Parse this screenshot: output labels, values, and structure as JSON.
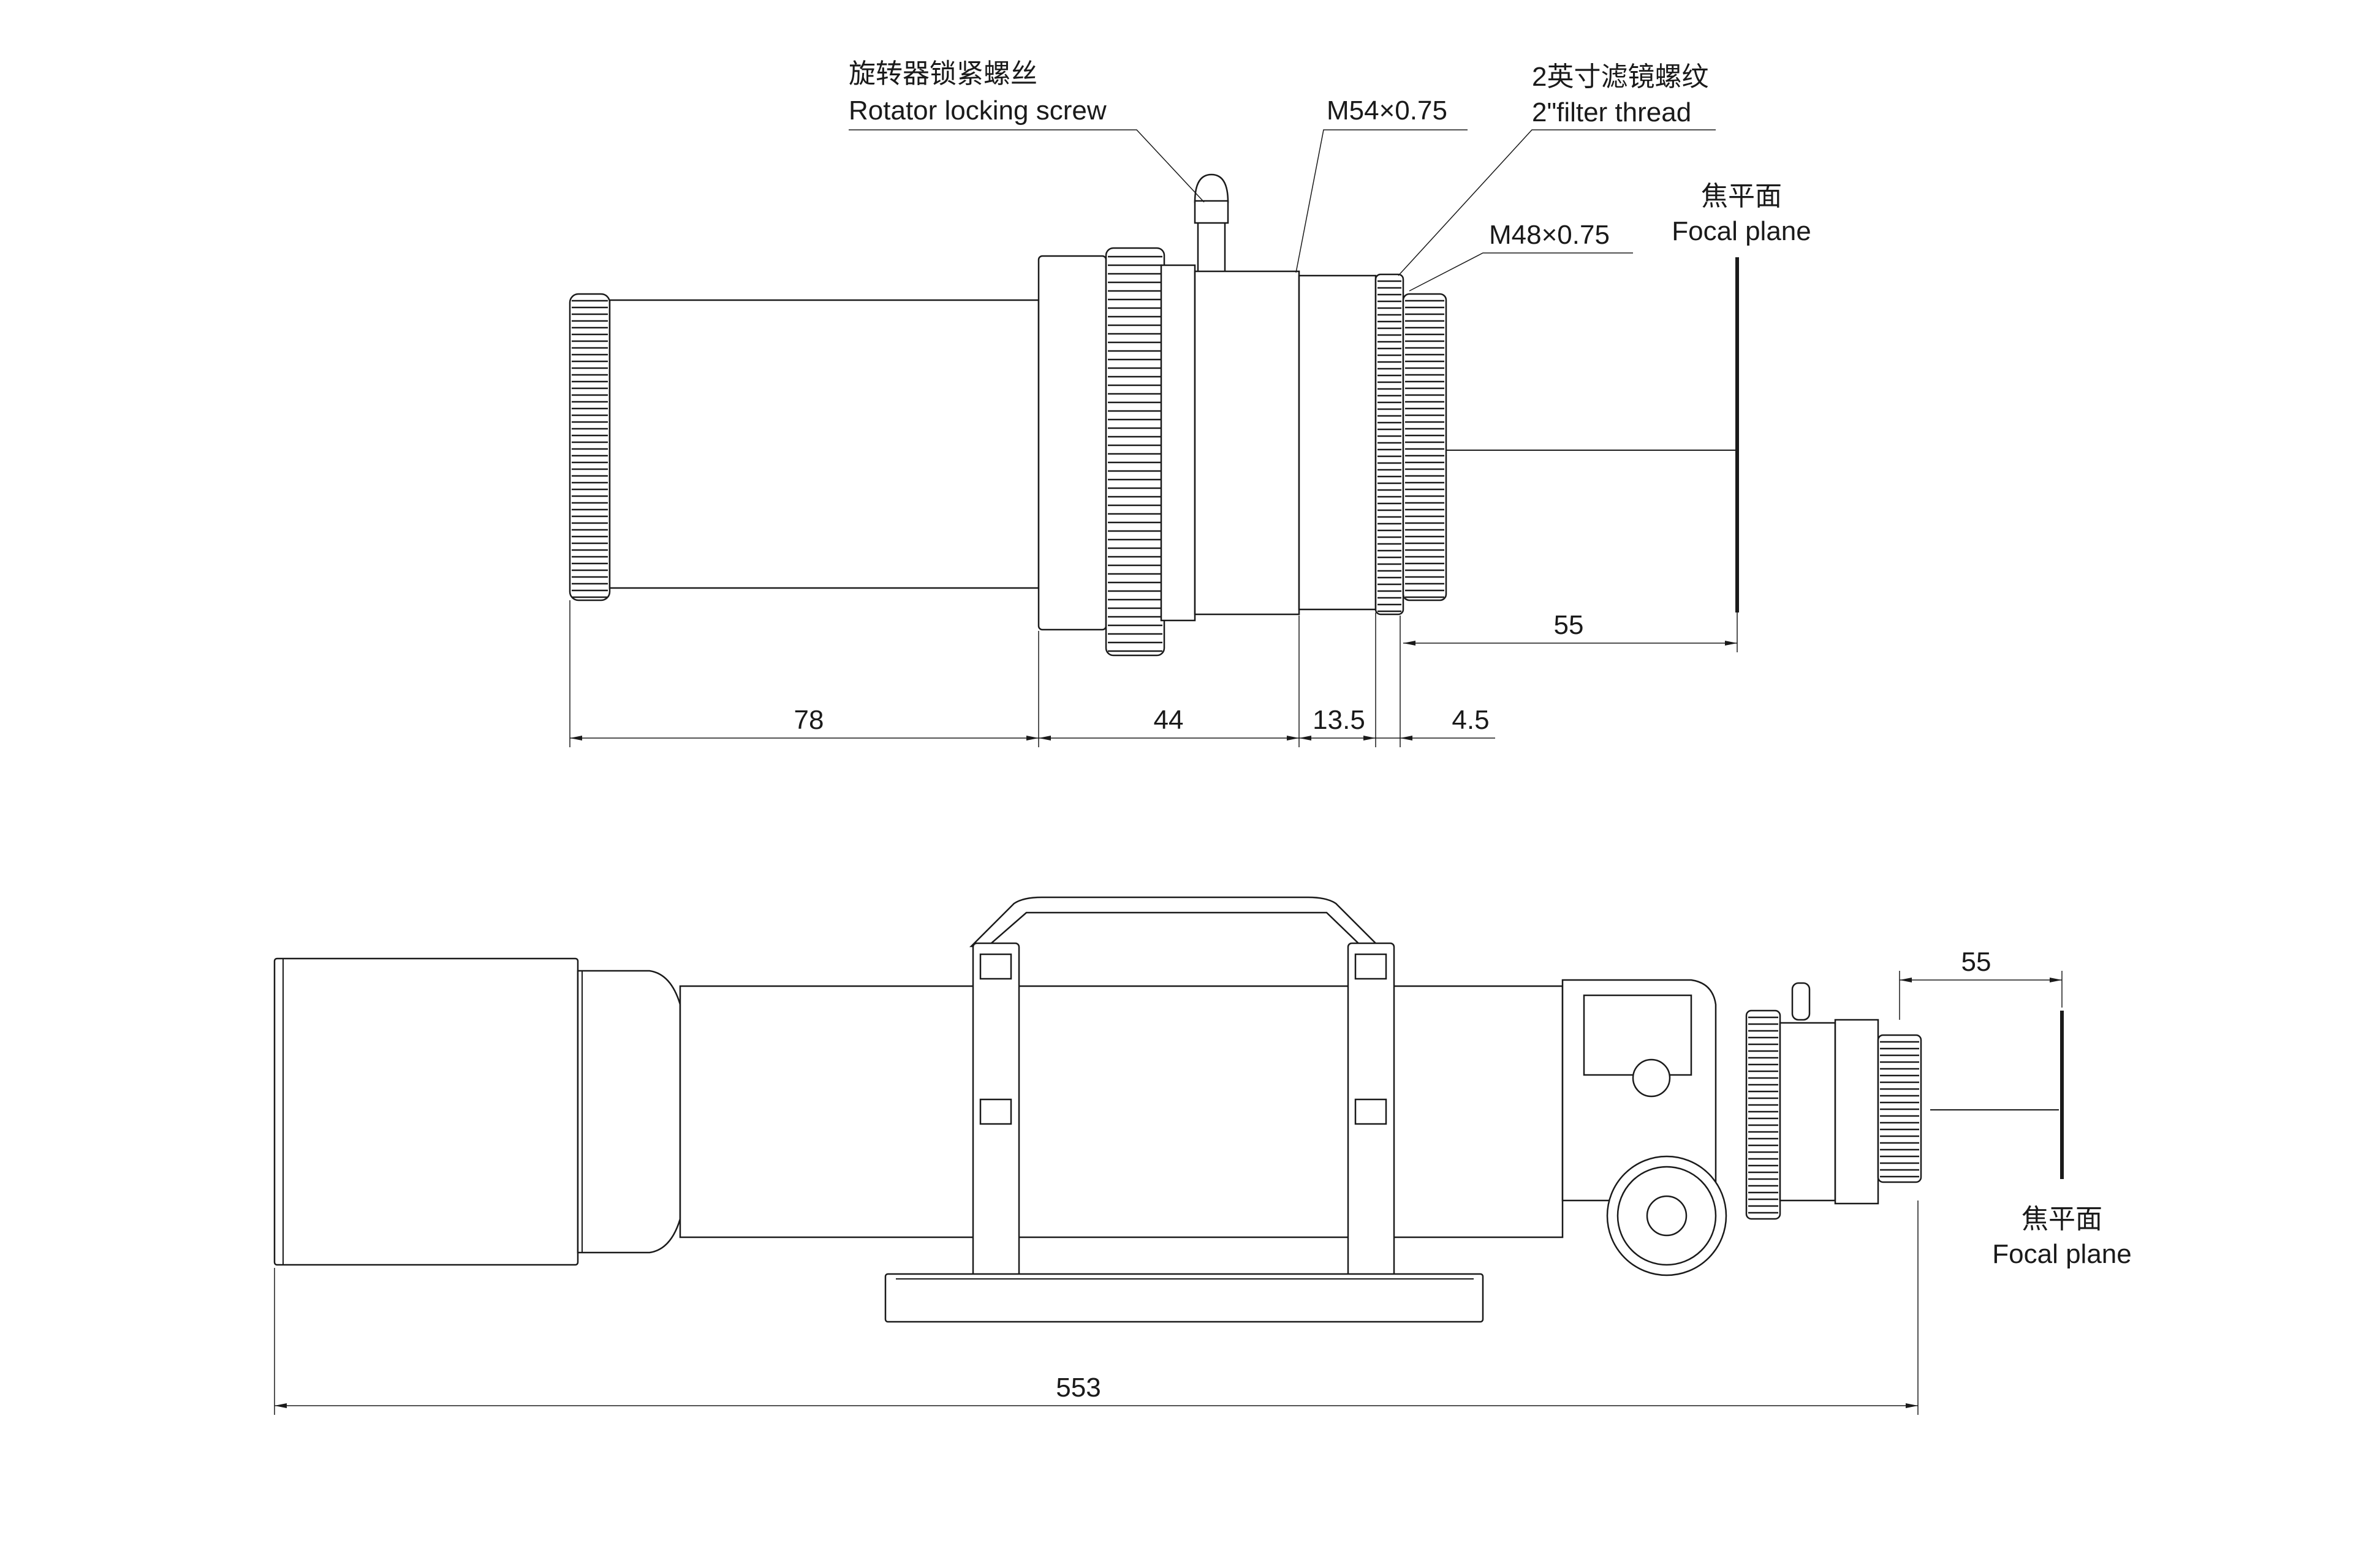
{
  "top_view": {
    "annotations": {
      "rotator_screw_zh": "旋转器锁紧螺丝",
      "rotator_screw_en": "Rotator locking screw",
      "thread_m54": "M54×0.75",
      "filter_thread_zh": "2英寸滤镜螺纹",
      "filter_thread_en": "2\"filter thread",
      "thread_m48": "M48×0.75",
      "focal_plane_zh": "焦平面",
      "focal_plane_en": "Focal plane"
    },
    "dimensions": {
      "d1": "78",
      "d2": "44",
      "d3": "13.5",
      "d4": "4.5",
      "backfocus": "55"
    }
  },
  "bottom_view": {
    "annotations": {
      "focal_plane_zh": "焦平面",
      "focal_plane_en": "Focal plane"
    },
    "dimensions": {
      "backfocus": "55",
      "total_length": "553"
    }
  }
}
